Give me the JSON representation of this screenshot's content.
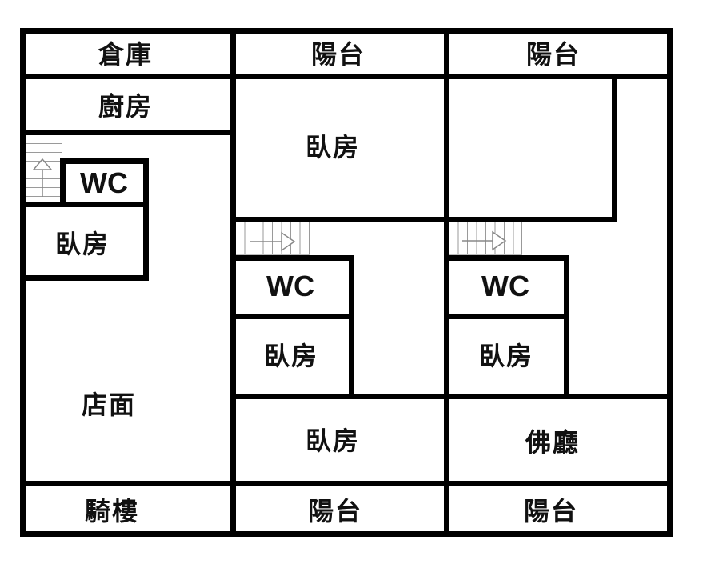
{
  "diagram_type": "floor-plan",
  "colors": {
    "wall": "#000000",
    "background": "#ffffff",
    "stair_tread": "#9a9a9a",
    "stair_arrow": "#888888",
    "label_text": "#111111"
  },
  "rooms": {
    "storage_top_left": "倉庫",
    "balcony_top_middle": "陽台",
    "balcony_top_right": "陽台",
    "kitchen": "廚房",
    "bedroom_middle_top": "臥房",
    "wc_left": "WC",
    "bedroom_left_box": "臥房",
    "wc_middle": "WC",
    "bedroom_middle_box": "臥房",
    "wc_right": "WC",
    "bedroom_right_box": "臥房",
    "storefront": "店面",
    "bedroom_middle_lower": "臥房",
    "buddhist_hall": "佛廳",
    "arcade": "騎樓",
    "balcony_bottom_middle": "陽台",
    "balcony_bottom_right": "陽台"
  }
}
